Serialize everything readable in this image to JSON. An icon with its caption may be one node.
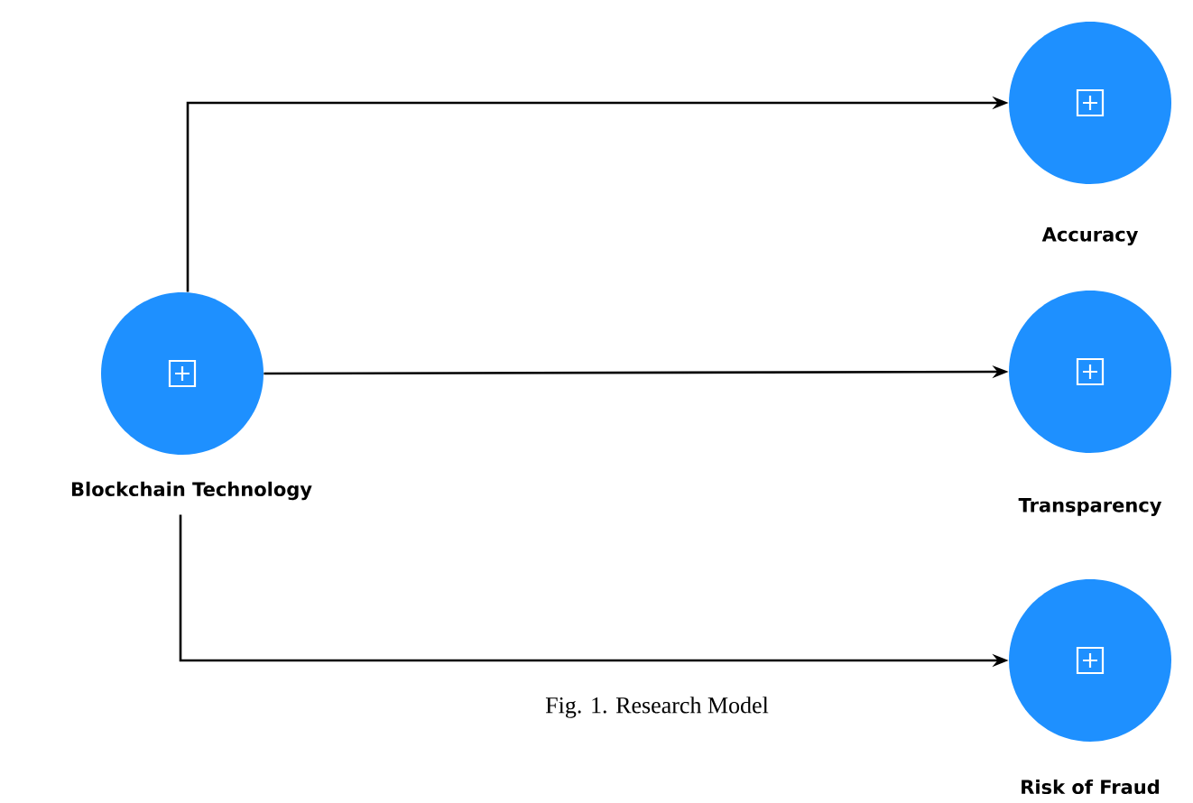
{
  "diagram": {
    "caption": "Fig. 1. Research Model",
    "nodes": [
      {
        "text": [
          "Blockchain Technology"
        ]
      },
      {
        "text": [
          "Accuracy"
        ]
      },
      {
        "text": [
          "Transparency"
        ]
      },
      {
        "text": [
          "Risk of Fraud"
        ]
      }
    ],
    "edges": [
      {
        "from": 0,
        "to": 1,
        "arrow": "to"
      },
      {
        "from": 0,
        "to": 2,
        "arrow": "to"
      },
      {
        "from": 0,
        "to": 3,
        "arrow": "to"
      }
    ]
  }
}
